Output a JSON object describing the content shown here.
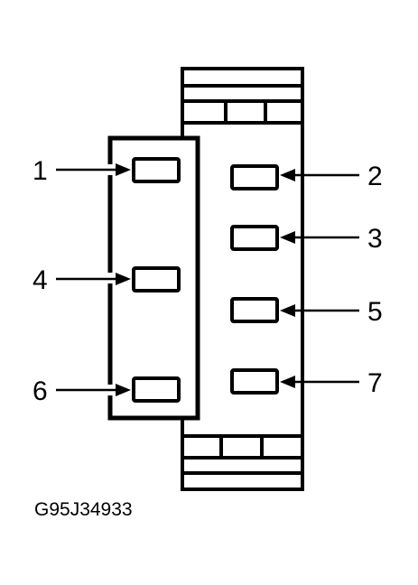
{
  "diagram": {
    "type": "connector-pin-view",
    "line_color": "#000000",
    "background": "#ffffff",
    "pins": [
      {
        "id": "1",
        "label": "1",
        "side": "left-housing"
      },
      {
        "id": "2",
        "label": "2",
        "side": "right-housing"
      },
      {
        "id": "3",
        "label": "3",
        "side": "right-housing"
      },
      {
        "id": "4",
        "label": "4",
        "side": "left-housing"
      },
      {
        "id": "5",
        "label": "5",
        "side": "right-housing"
      },
      {
        "id": "6",
        "label": "6",
        "side": "left-housing"
      },
      {
        "id": "7",
        "label": "7",
        "side": "right-housing"
      }
    ],
    "figure_id": "G95J34933"
  }
}
